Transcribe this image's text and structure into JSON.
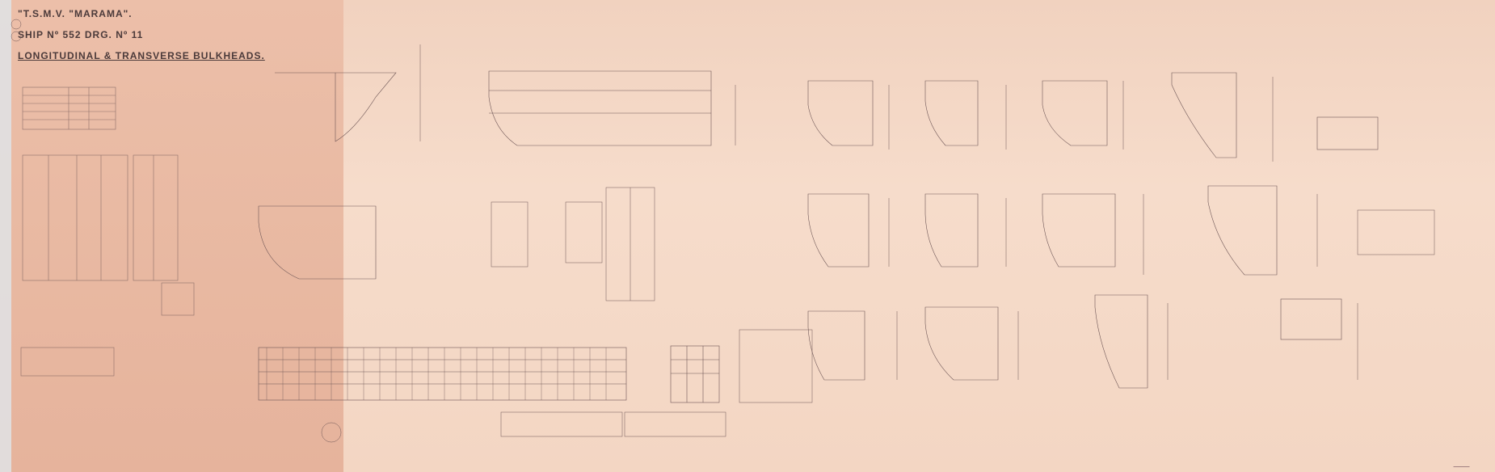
{
  "title_block": {
    "vessel": "\"T.S.M.V. \"MARAMA\".",
    "ship_drawing": "SHIP Nº 552    DRG. Nº 11",
    "subject": "LONGITUDINAL & TRANSVERSE BULKHEADS."
  },
  "colors": {
    "paper": "#f6dccb",
    "paper_left": "#e8b8a1",
    "ink": "#6e5656"
  }
}
